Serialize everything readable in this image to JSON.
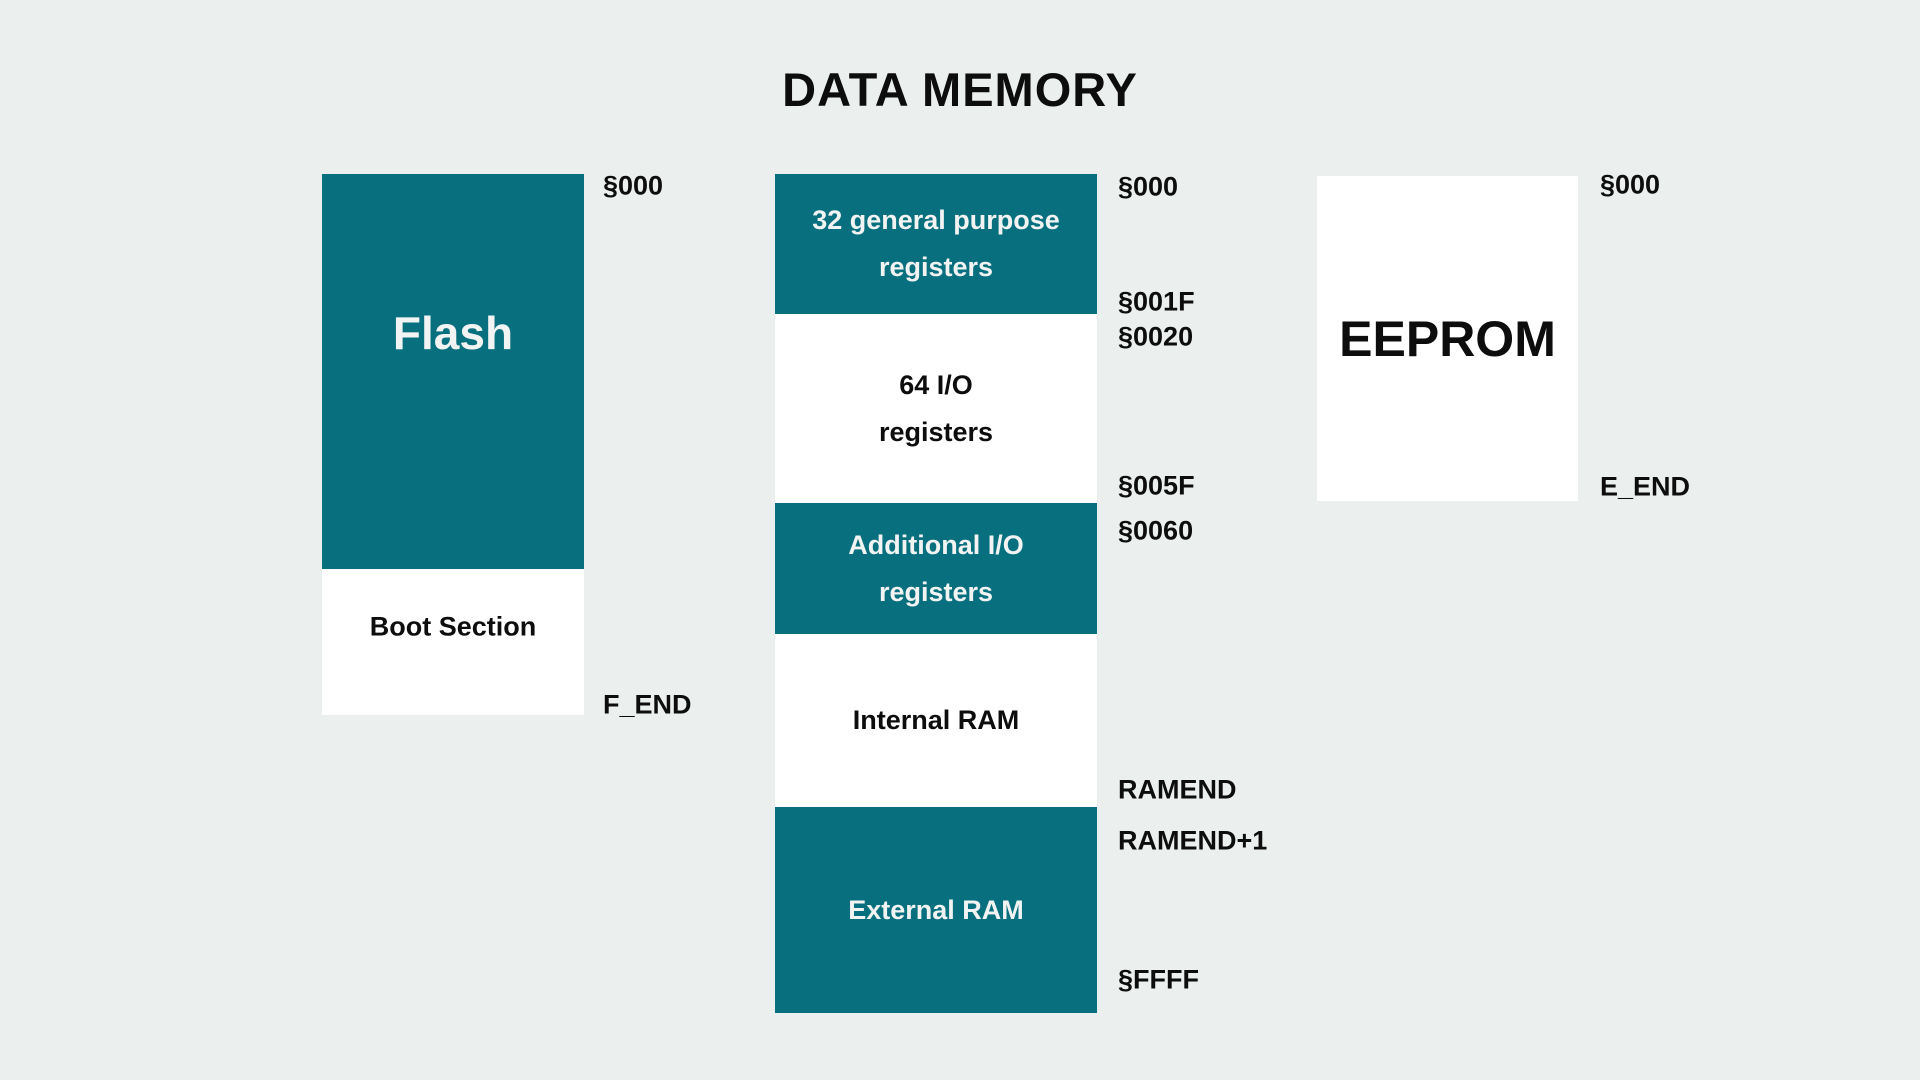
{
  "title": "DATA MEMORY",
  "colors": {
    "background": "#ebf0ef",
    "teal": "#086f7e",
    "block_white": "#ffffff",
    "text_dark": "#0d0d0d",
    "text_light": "#f2f4f3"
  },
  "flash": {
    "main_label": "Flash",
    "boot_label": "Boot Section",
    "addresses": [
      "§000",
      "F_END"
    ]
  },
  "data_memory": {
    "blocks": [
      {
        "lines": [
          "32 general purpose",
          "registers"
        ]
      },
      {
        "lines": [
          "64 I/O",
          "registers"
        ]
      },
      {
        "lines": [
          "Additional I/O",
          "registers"
        ]
      },
      {
        "lines": [
          "Internal RAM"
        ]
      },
      {
        "lines": [
          "External RAM"
        ]
      }
    ],
    "addresses": [
      "§000",
      "§001F",
      "§0020",
      "§005F",
      "§0060",
      "RAMEND",
      "RAMEND+1",
      "§FFFF"
    ]
  },
  "eeprom": {
    "main_label": "EEPROM",
    "addresses": [
      "§000",
      "E_END"
    ]
  }
}
